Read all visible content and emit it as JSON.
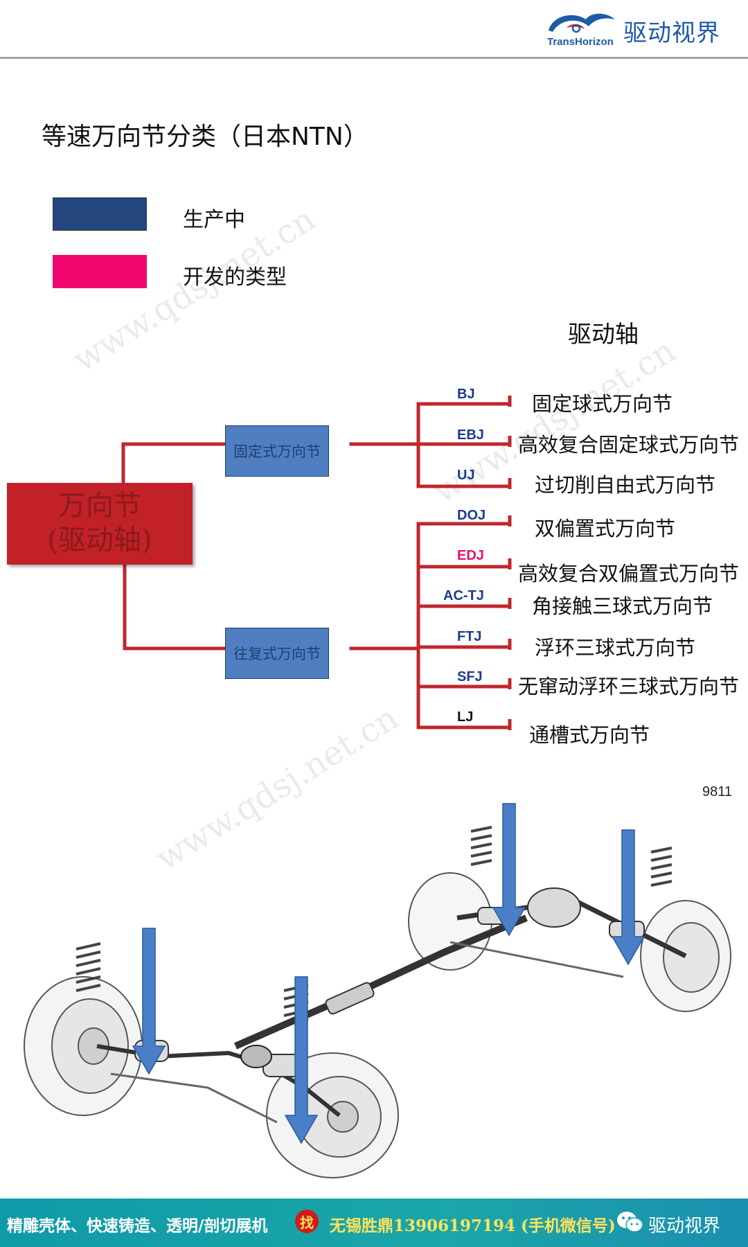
{
  "header": {
    "logo_text_en": "TransHorizon",
    "logo_text_cn": "驱动视界"
  },
  "page_title": "等速万向节分类（日本NTN）",
  "legend": [
    {
      "label": "生产中",
      "color": "#23477e"
    },
    {
      "label": "开发的类型",
      "color": "#f0056d"
    }
  ],
  "tree": {
    "column_title": "驱动轴",
    "root_label_line1": "万向节",
    "root_label_line2": "(驱动轴)",
    "root_color": "#c22127",
    "line_color": "#c0272d",
    "branches": [
      {
        "label": "固定式万向节",
        "leaves": [
          {
            "code": "BJ",
            "name": "固定球式万向节"
          },
          {
            "code": "EBJ",
            "name": "高效复合固定球式万向节"
          },
          {
            "code": "UJ",
            "name": "过切削自由式万向节"
          }
        ]
      },
      {
        "label": "往复式万向节",
        "leaves": [
          {
            "code": "DOJ",
            "name": "双偏置式万向节"
          },
          {
            "code": "EDJ",
            "name": "高效复合双偏置式万向节"
          },
          {
            "code": "AC-TJ",
            "name": "角接触三球式万向节"
          },
          {
            "code": "FTJ",
            "name": "浮环三球式万向节"
          },
          {
            "code": "SFJ",
            "name": "无窜动浮环三球式万向节"
          },
          {
            "code": "LJ",
            "name": "通槽式万向节"
          }
        ]
      }
    ]
  },
  "figure_ref": "9811",
  "watermark_text": "www.qdsj.net.cn",
  "footer": {
    "promo": "精雕壳体、快速铸造、透明/剖切展机",
    "badge": "找",
    "contact": "无锡胜鼎13906197194 (手机微信号)",
    "brand": "驱动视界"
  }
}
